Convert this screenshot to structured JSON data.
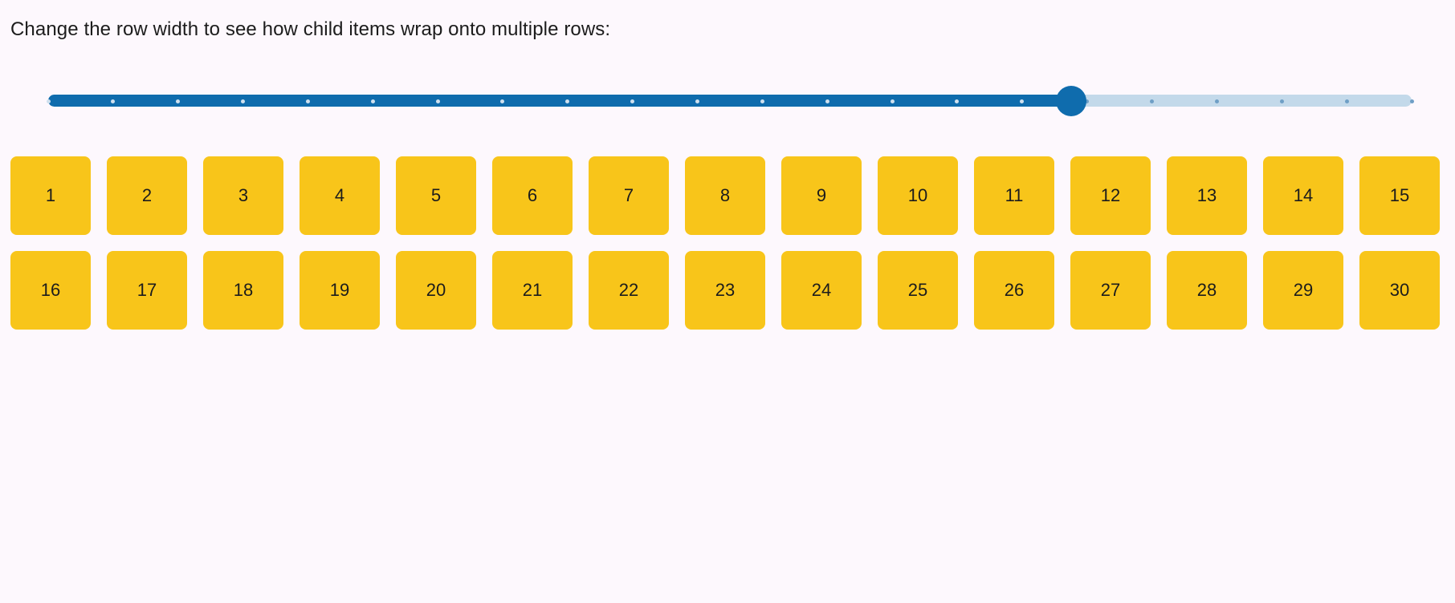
{
  "page": {
    "background_color": "#fdf8fd",
    "instruction": "Change the row width to see how child items wrap onto multiple rows:"
  },
  "slider": {
    "name": "row-width-slider",
    "orientation": "horizontal",
    "min": 0,
    "max": 21,
    "step": 1,
    "value": 15,
    "value_percent": 75,
    "tick_count": 21,
    "show_ticks": true,
    "active_color": "#0f6cad",
    "inactive_color": "#c3d9ea",
    "thumb_color": "#0f6cad",
    "tick_color_active_track": "#cfe0ee",
    "tick_color_inactive_track": "#6f9fc6"
  },
  "flex_row": {
    "item_color": "#f8c51a",
    "item_text_color": "#1c1c1c",
    "items_per_row": 15,
    "row_count": 2,
    "items": [
      "1",
      "2",
      "3",
      "4",
      "5",
      "6",
      "7",
      "8",
      "9",
      "10",
      "11",
      "12",
      "13",
      "14",
      "15",
      "16",
      "17",
      "18",
      "19",
      "20",
      "21",
      "22",
      "23",
      "24",
      "25",
      "26",
      "27",
      "28",
      "29",
      "30"
    ]
  }
}
